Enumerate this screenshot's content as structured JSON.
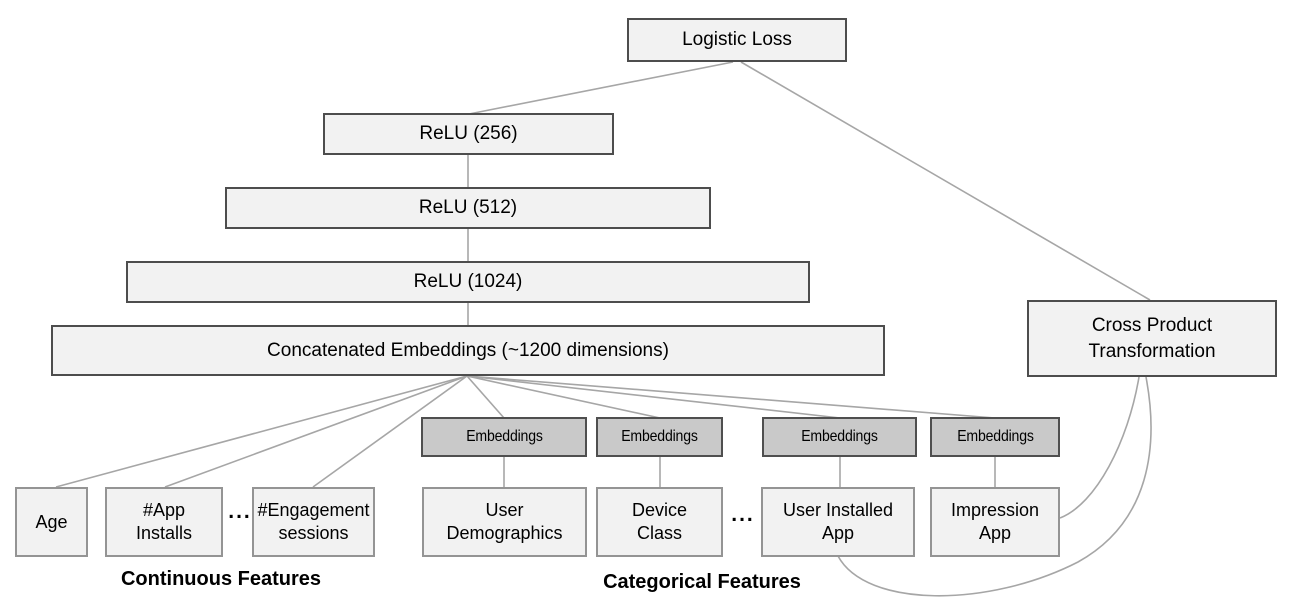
{
  "colors": {
    "box_fill": "#f2f2f2",
    "stack_border": "#4d4d4d",
    "feature_border": "#949494",
    "embedding_fill": "#c9c9c9",
    "embedding_border": "#4f4f4f",
    "connector": "#a6a6a6",
    "text": "#000000"
  },
  "nodes": {
    "logistic_loss": "Logistic Loss",
    "relu_256": "ReLU (256)",
    "relu_512": "ReLU (512)",
    "relu_1024": "ReLU (1024)",
    "concatenated_embeddings": "Concatenated Embeddings (~1200 dimensions)",
    "cross_product": {
      "line1": "Cross Product",
      "line2": "Transformation"
    },
    "embeddings_label": "Embeddings"
  },
  "features": {
    "age": {
      "line1": "Age",
      "line2": ""
    },
    "app_installs": {
      "line1": "#App",
      "line2": "Installs"
    },
    "engagement_sessions": {
      "line1": "#Engagement",
      "line2": "sessions"
    },
    "user_demographics": {
      "line1": "User",
      "line2": "Demographics"
    },
    "device_class": {
      "line1": "Device",
      "line2": "Class"
    },
    "user_installed_app": {
      "line1": "User Installed",
      "line2": "App"
    },
    "impression_app": {
      "line1": "Impression",
      "line2": "App"
    }
  },
  "groups": {
    "continuous": "Continuous Features",
    "categorical": "Categorical Features"
  },
  "ellipsis": "..."
}
